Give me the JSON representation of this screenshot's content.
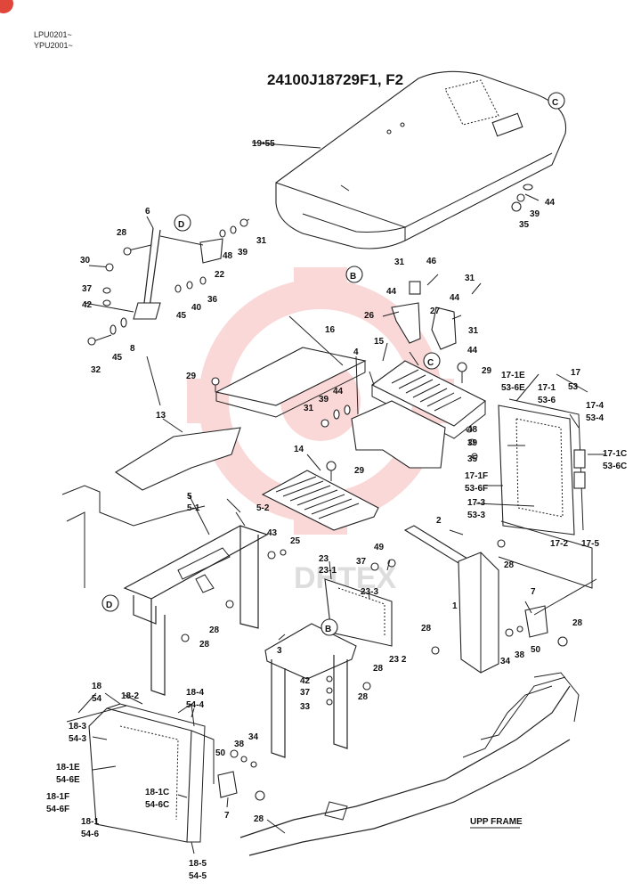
{
  "header": {
    "serial_1": "LPU0201~",
    "serial_2": "YPU2001~"
  },
  "title": "24100J18729F1, F2",
  "frame_label": "UPP FRAME",
  "watermark": "DHTEX",
  "callouts": {
    "c": "C",
    "d": "D",
    "b": "B"
  },
  "parts": {
    "p19_55": "19•55",
    "p44a": "44",
    "p39a": "39",
    "p35a": "35",
    "p6": "6",
    "p28a": "28",
    "p30": "30",
    "p37a": "37",
    "p42a": "42",
    "p32": "32",
    "p45a": "45",
    "p8": "8",
    "p45b": "45",
    "p40": "40",
    "p36": "36",
    "p22": "22",
    "p48a": "48",
    "p39b": "39",
    "p31a": "31",
    "p31b": "31",
    "p46": "46",
    "p31c": "31",
    "p44b": "44",
    "p44c": "44",
    "p26": "26",
    "p27": "27",
    "p31d": "31",
    "p44d": "44",
    "p16": "16",
    "p15": "15",
    "p4": "4",
    "p29a": "29",
    "p29b": "29",
    "p39c": "39",
    "p44e": "44",
    "p31e": "31",
    "p48b": "48",
    "p39d": "39",
    "p35b": "35",
    "p13": "13",
    "p14": "14",
    "p29c": "29",
    "p17": "17",
    "p53": "53",
    "p17_1e": "17-1E",
    "p53_6e": "53-6E",
    "p17_1": "17-1",
    "p53_6": "53-6",
    "p17_4": "17-4",
    "p53_4": "53-4",
    "p17_1c": "17-1C",
    "p53_6c": "53-6C",
    "p17_1f": "17-1F",
    "p53_6f": "53-6F",
    "p17_3": "17-3",
    "p53_3": "53-3",
    "p17_2": "17-2",
    "p17_5": "17-5",
    "p5": "5",
    "p5_1": "5-1",
    "p5_2": "5-2",
    "p43": "43",
    "p25": "25",
    "p49": "49",
    "p23": "23",
    "p23_1": "23-1",
    "p23_3": "23-3",
    "p37b": "37",
    "p23_2": "23 2",
    "p2": "2",
    "p28b": "28",
    "p1": "1",
    "p7a": "7",
    "p28c": "28",
    "p50a": "50",
    "p38a": "38",
    "p34a": "34",
    "p28d": "28",
    "p28e": "28",
    "p3": "3",
    "p28f": "28",
    "p28g": "28",
    "p42b": "42",
    "p37c": "37",
    "p33": "33",
    "p28h": "28",
    "p18": "18",
    "p54": "54",
    "p18_2": "18-2",
    "p18_4": "18-4",
    "p54_4": "54-4",
    "p18_3": "18-3",
    "p54_3": "54-3",
    "p18_1e": "18-1E",
    "p54_6e": "54-6E",
    "p18_1f": "18-1F",
    "p54_6f": "54-6F",
    "p18_1c": "18-1C",
    "p54_6c": "54-6C",
    "p18_1": "18-1",
    "p54_6": "54-6",
    "p18_5": "18-5",
    "p54_5": "54-5",
    "p50b": "50",
    "p38b": "38",
    "p34b": "34",
    "p7b": "7",
    "p28i": "28"
  }
}
